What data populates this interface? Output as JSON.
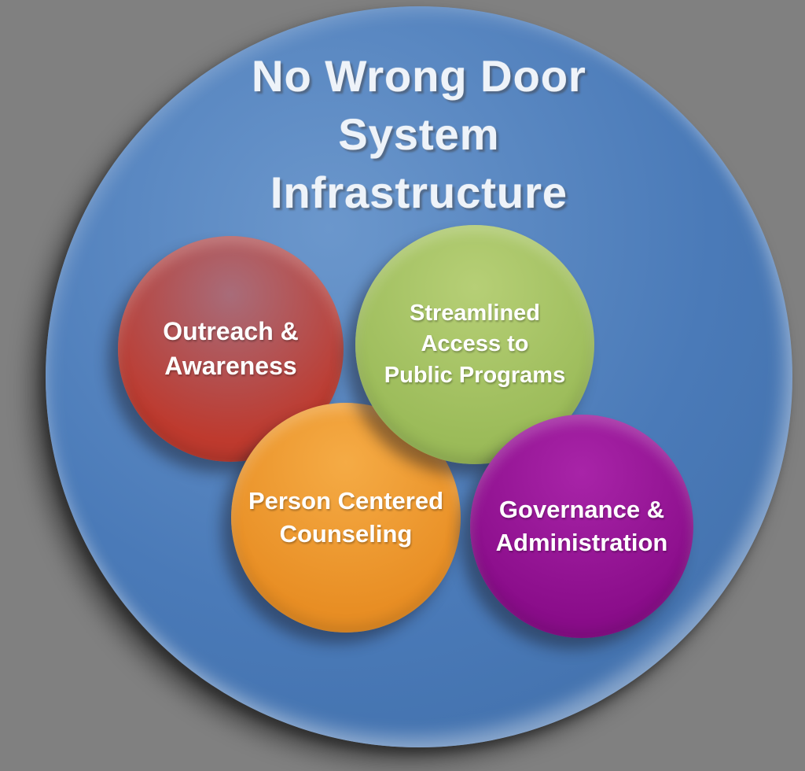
{
  "background_color": "#808080",
  "diagram": {
    "title_lines": [
      "No Wrong Door",
      "System",
      "Infrastructure"
    ],
    "title_text_color": "#EEF3F9",
    "outer_circle": {
      "label": "No Wrong Door System Infrastructure",
      "color": "#4A7AB8",
      "highlight": "#6B97CC"
    },
    "label_text_color": "#FFFFFF",
    "circles": [
      {
        "id": "outreach-awareness",
        "label": "Outreach &\nAwareness",
        "color": "#BE3A2E",
        "highlight": "#D8554699"
      },
      {
        "id": "streamlined-access-public-programs",
        "label": "Streamlined\nAccess to\nPublic Programs",
        "color": "#9BBB59",
        "highlight": "#B6CF76"
      },
      {
        "id": "person-centered-counseling",
        "label": "Person Centered\nCounseling",
        "color": "#E88E24",
        "highlight": "#F5AB45"
      },
      {
        "id": "governance-administration",
        "label": "Governance &\nAdministration",
        "color": "#8A0D8A",
        "highlight": "#A824A8"
      }
    ]
  }
}
